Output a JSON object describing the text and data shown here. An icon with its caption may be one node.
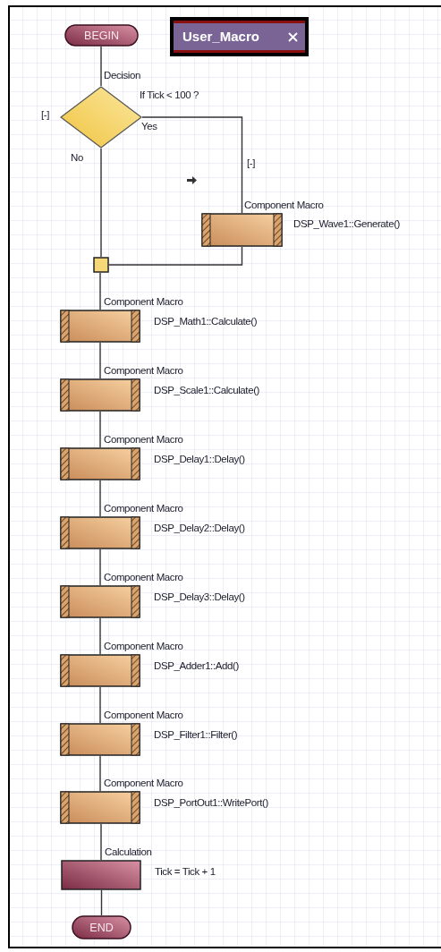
{
  "diagram": {
    "title": "User_Macro",
    "nodes": [
      {
        "text": [
          "BEGIN"
        ]
      },
      {
        "text": [
          "Decision",
          "If  Tick < 100 ?"
        ]
      },
      {
        "text": [
          "Component Macro",
          "DSP_Wave1::Generate()"
        ]
      },
      {
        "text": [],
        "shape": "box"
      },
      {
        "text": [
          "Component Macro",
          "DSP_Math1::Calculate()"
        ]
      },
      {
        "text": [
          "Component Macro",
          "DSP_Scale1::Calculate()"
        ]
      },
      {
        "text": [
          "Component Macro",
          "DSP_Delay1::Delay()"
        ]
      },
      {
        "text": [
          "Component Macro",
          "DSP_Delay2::Delay()"
        ]
      },
      {
        "text": [
          "Component Macro",
          "DSP_Delay3::Delay()"
        ]
      },
      {
        "text": [
          "Component Macro",
          "DSP_Adder1::Add()"
        ]
      },
      {
        "text": [
          "Component Macro",
          "DSP_Filter1::Filter()"
        ]
      },
      {
        "text": [
          "Component Macro",
          "DSP_PortOut1::WritePort()"
        ]
      },
      {
        "text": [
          "Calculation",
          "Tick = Tick + 1"
        ]
      },
      {
        "text": [
          "END"
        ]
      }
    ],
    "edges": [
      {
        "from": 0,
        "to": 1,
        "arrow": "none"
      },
      {
        "from": 1,
        "to": 2,
        "arrow": "none",
        "label": "Yes"
      },
      {
        "from": 1,
        "to": 3,
        "arrow": "none",
        "label": "No"
      },
      {
        "from": 2,
        "to": 3,
        "arrow": "none"
      },
      {
        "from": 3,
        "to": 4,
        "arrow": "none"
      },
      {
        "from": 4,
        "to": 5,
        "arrow": "none"
      },
      {
        "from": 5,
        "to": 6,
        "arrow": "none"
      },
      {
        "from": 6,
        "to": 7,
        "arrow": "none"
      },
      {
        "from": 7,
        "to": 8,
        "arrow": "none"
      },
      {
        "from": 8,
        "to": 9,
        "arrow": "none"
      },
      {
        "from": 9,
        "to": 10,
        "arrow": "none"
      },
      {
        "from": 10,
        "to": 11,
        "arrow": "none"
      },
      {
        "from": 11,
        "to": 12,
        "arrow": "none"
      },
      {
        "from": 12,
        "to": 13,
        "arrow": "none"
      }
    ],
    "labels": [
      "[-]",
      "[-]"
    ]
  }
}
